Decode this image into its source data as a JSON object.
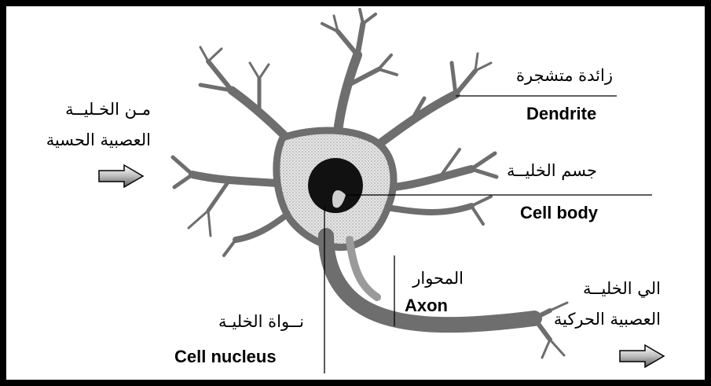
{
  "labels": {
    "dendrite_ar": "زائدة متشجرة",
    "dendrite_en": "Dendrite",
    "cell_body_ar": "جسم الخليــة",
    "cell_body_en": "Cell body",
    "axon_ar": "المحوار",
    "axon_en": "Axon",
    "nucleus_ar": "نــواة الخليـة",
    "nucleus_en": "Cell nucleus",
    "from_sensory_line1": "مـن الخـليــة",
    "from_sensory_line2": "العصبية الحسية",
    "to_motor_line1": "الي الخليــة",
    "to_motor_line2": "العصبية الحركية"
  },
  "icons": {
    "input_arrow": "right-arrow-icon",
    "output_arrow": "right-arrow-icon"
  },
  "colors": {
    "border": "#000000",
    "neuron_fill": "#6e6e6e",
    "cell_body_fill": "#d9d9d9",
    "nucleus_fill": "#111111"
  }
}
